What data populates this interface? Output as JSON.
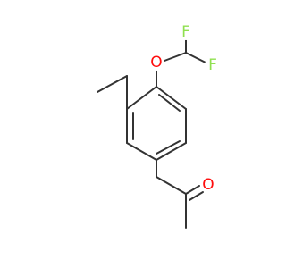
{
  "molecule": {
    "atoms": [
      {
        "id": "O_ether",
        "symbol": "O",
        "color": "#ff0d0d"
      },
      {
        "id": "F_top",
        "symbol": "F",
        "color": "#90e050"
      },
      {
        "id": "F_right",
        "symbol": "F",
        "color": "#90e050"
      },
      {
        "id": "O_carbonyl",
        "symbol": "O",
        "color": "#ff0d0d"
      }
    ],
    "bond_color": "#333333"
  }
}
